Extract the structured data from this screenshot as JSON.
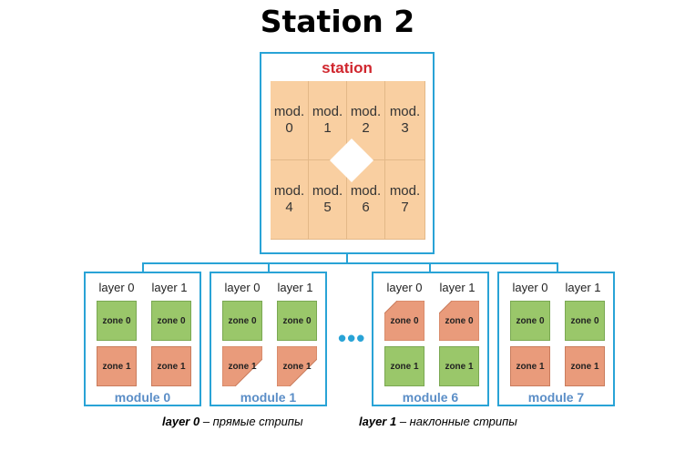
{
  "title": "Station 2",
  "station": {
    "label": "station",
    "modules": [
      {
        "line1": "mod.",
        "line2": "0"
      },
      {
        "line1": "mod.",
        "line2": "1"
      },
      {
        "line1": "mod.",
        "line2": "2"
      },
      {
        "line1": "mod.",
        "line2": "3"
      },
      {
        "line1": "mod.",
        "line2": "4"
      },
      {
        "line1": "mod.",
        "line2": "5"
      },
      {
        "line1": "mod.",
        "line2": "6"
      },
      {
        "line1": "mod.",
        "line2": "7"
      }
    ]
  },
  "modules": [
    {
      "label": "module 0",
      "layers": [
        "layer 0",
        "layer 1"
      ],
      "zones": [
        "zone 0",
        "zone 0",
        "zone 1",
        "zone 1"
      ]
    },
    {
      "label": "module 1",
      "layers": [
        "layer 0",
        "layer 1"
      ],
      "zones": [
        "zone 0",
        "zone 0",
        "zone 1",
        "zone 1"
      ]
    },
    {
      "label": "module 6",
      "layers": [
        "layer 0",
        "layer 1"
      ],
      "zones": [
        "zone 0",
        "zone 0",
        "zone 1",
        "zone 1"
      ]
    },
    {
      "label": "module 7",
      "layers": [
        "layer 0",
        "layer 1"
      ],
      "zones": [
        "zone 0",
        "zone 0",
        "zone 1",
        "zone 1"
      ]
    }
  ],
  "ellipsis": "•••",
  "captions": {
    "left_term": "layer 0",
    "left_text": " – прямые стрипы",
    "right_term": "layer 1",
    "right_text": " – наклонные стрипы"
  },
  "colors": {
    "border": "#29a3d6",
    "station_label": "#d0262e",
    "module_label": "#5b8ec7",
    "station_fill": "#f9cfa1",
    "zone_green": "#9ac76a",
    "zone_red": "#e99b7b"
  }
}
